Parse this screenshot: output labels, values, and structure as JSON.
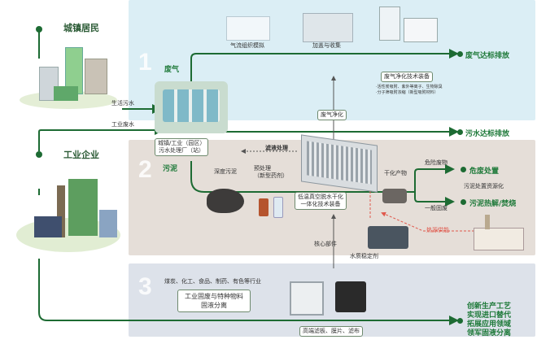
{
  "colors": {
    "flow": "#1d6b33",
    "band1": "#dbeef5",
    "band2": "#e5ded8",
    "band3": "#dde2ea",
    "red": "#e0584c"
  },
  "left": {
    "residents": "城镇居民",
    "industry": "工业企业"
  },
  "stages": [
    {
      "num": "1",
      "name": "废气"
    },
    {
      "num": "2",
      "name": "污泥"
    },
    {
      "num": "3",
      "name": ""
    }
  ],
  "flows": {
    "domestic_sewage": "生活污水",
    "industrial_sewage": "工业废水"
  },
  "plant_label": "城镇/工业（园区）\n污水处理厂（站）",
  "gas": {
    "sim": "气流组织模拟",
    "cover": "加盖与收集",
    "purify_box": "废气净化技术装备",
    "purify_notes": "·活性炭吸附、紫外等离子、生物除臭\n·分子筛吸附浓缩（新型吸附材料）",
    "purify_arrow": "废气净化",
    "output": "废气达标排放"
  },
  "water": {
    "output": "污水达标排放"
  },
  "sludge": {
    "filter": "滤液处理",
    "deep": "深度污泥",
    "conditioning": "预处理\n（新型药剂）",
    "dryer_box": "低温真空脱水干化\n一体化技术装备",
    "dry_product": "干化产物",
    "hazard": "危险废物",
    "hazard_out": "危废处置",
    "hazard_reuse": "污泥处置资源化",
    "general": "一般固废",
    "general_out": "污泥热解/焚烧",
    "heat": "热源供能",
    "core": "核心部件",
    "stabilizer": "水质稳定剂"
  },
  "industry_solid": {
    "sectors": "煤炭、化工、食品、制药、有色等行业",
    "box": "工业固废与特种物料\n固液分离",
    "parts": "高端滤板、膜片、滤布",
    "output": "创新生产工艺\n实现进口替代\n拓展应用领域\n领军固液分离"
  }
}
